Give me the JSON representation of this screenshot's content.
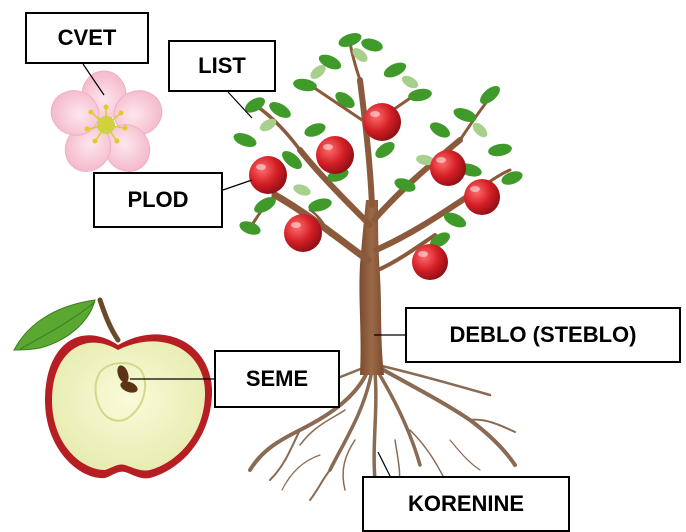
{
  "labels": {
    "cvet": "CVET",
    "list": "LIST",
    "plod": "PLOD",
    "deblo": "DEBLO (STEBLO)",
    "seme": "SEME",
    "korenine": "KORENINE"
  },
  "colors": {
    "trunk": "#8b5a3c",
    "root": "#8a6a52",
    "leaf": "#3f9a2a",
    "leaf_light": "#a8d08d",
    "apple": "#d41f26",
    "apple_flesh": "#f1f2c4",
    "apple_skin": "#b61e24",
    "petal": "#f6c7d5",
    "stamen": "#d8cf2e",
    "seed": "#5a3414"
  }
}
